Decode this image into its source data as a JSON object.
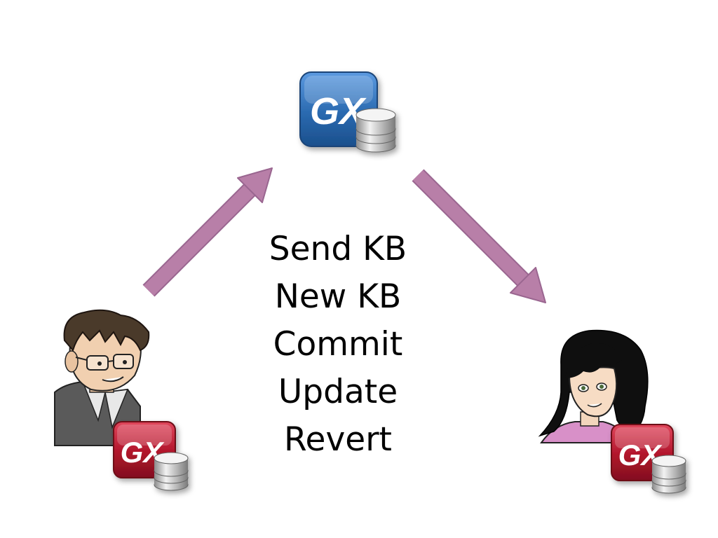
{
  "colors": {
    "arrow": "#b87fa8",
    "arrow_stroke": "#9a6690",
    "server_badge": "#2a6ab0",
    "client_badge": "#b0142a",
    "database": "#c8c8c8"
  },
  "server": {
    "badge_label": "GX",
    "icon": "gx-database-icon"
  },
  "clients": [
    {
      "avatar": "developer-man-avatar",
      "badge_label": "GX",
      "icon": "gx-database-icon"
    },
    {
      "avatar": "developer-woman-avatar",
      "badge_label": "GX",
      "icon": "gx-database-icon"
    }
  ],
  "operations": [
    "Send KB",
    "New KB",
    "Commit",
    "Update",
    "Revert"
  ]
}
